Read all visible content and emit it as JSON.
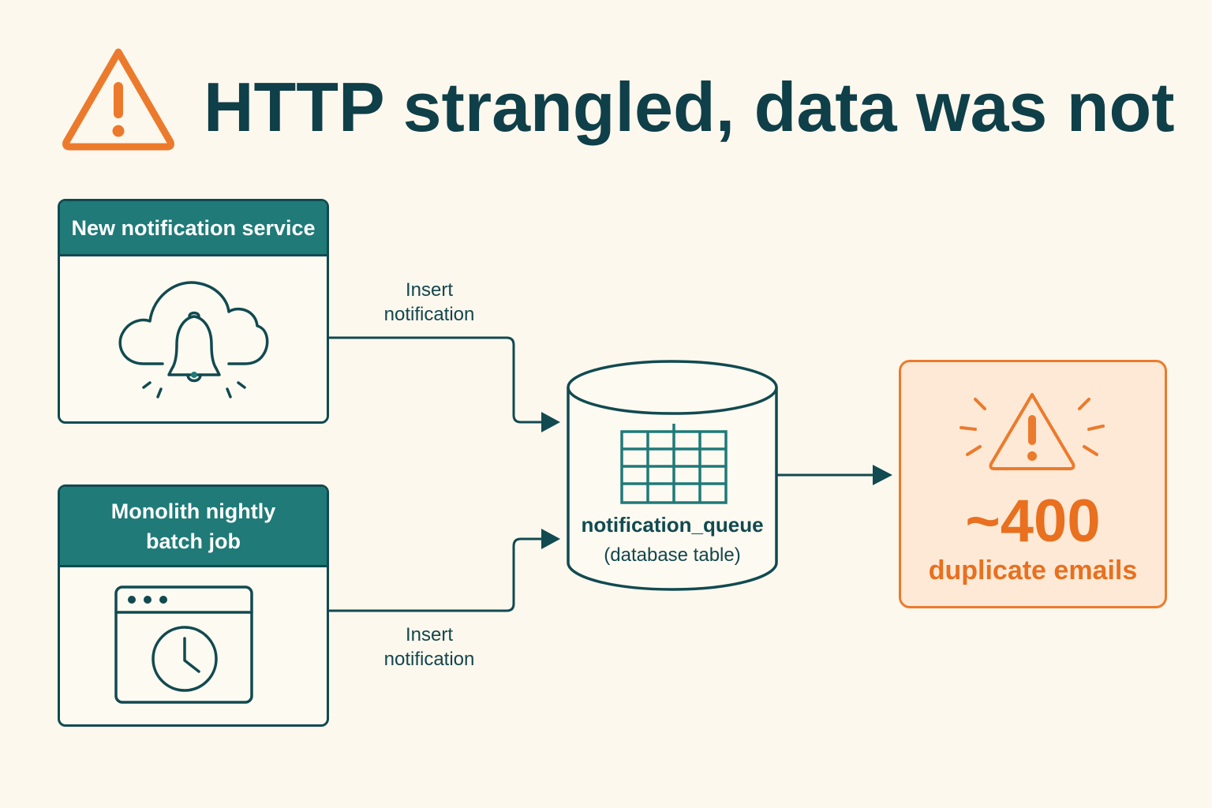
{
  "title": "HTTP strangled, data was not",
  "nodes": {
    "new_service": {
      "label": "New notification service"
    },
    "batch_job": {
      "label": "Monolith nightly batch job"
    },
    "queue": {
      "name": "notification_queue",
      "subtitle": "(database table)"
    },
    "outcome": {
      "count": "~400",
      "label": "duplicate emails"
    }
  },
  "edges": {
    "top_label": "Insert notification",
    "bottom_label": "Insert notification"
  },
  "colors": {
    "background": "#fcf8ee",
    "teal": "#1f7a78",
    "dark": "#114a50",
    "warning": "#ec7a2c"
  },
  "icons": {
    "title": "warning-triangle-icon",
    "service": "cloud-bell-icon",
    "batch": "browser-clock-icon",
    "queue": "database-table-icon",
    "outcome": "warning-triangle-icon"
  }
}
